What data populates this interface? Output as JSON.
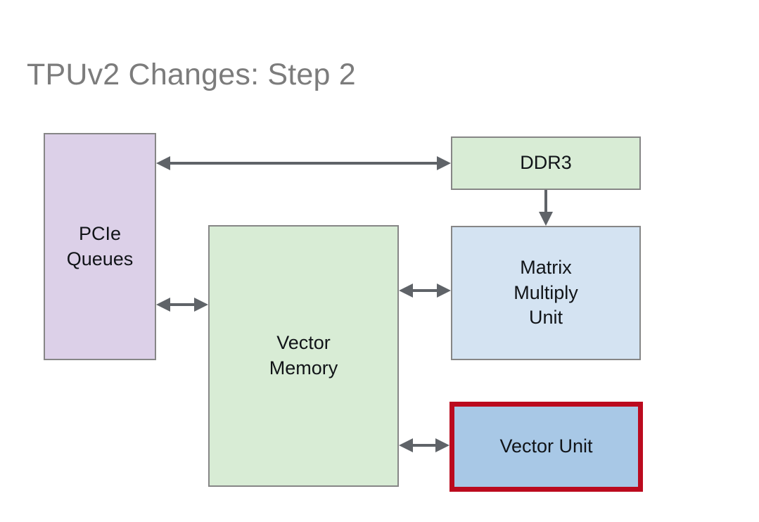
{
  "slide": {
    "title": "TPUv2 Changes: Step 2",
    "background_color": "#ffffff",
    "title_color": "#7c7c7c"
  },
  "diagram": {
    "nodes": [
      {
        "id": "pcie-queues",
        "label": "PCIe\nQueues",
        "line1": "PCIe",
        "line2": "Queues",
        "fill_color": "#dcd0e8",
        "border_color": "#868686",
        "highlighted": "false"
      },
      {
        "id": "vector-memory",
        "label": "Vector\nMemory",
        "line1": "Vector",
        "line2": "Memory",
        "fill_color": "#d8ecd5",
        "border_color": "#868686",
        "highlighted": "false"
      },
      {
        "id": "ddr3",
        "label": "DDR3",
        "line1": "DDR3",
        "fill_color": "#d8ecd5",
        "border_color": "#868686",
        "highlighted": "false"
      },
      {
        "id": "matrix-multiply-unit",
        "label": "Matrix\nMultiply\nUnit",
        "line1": "Matrix",
        "line2": "Multiply",
        "line3": "Unit",
        "fill_color": "#d4e3f2",
        "border_color": "#868686",
        "highlighted": "false"
      },
      {
        "id": "vector-unit",
        "label": "Vector Unit",
        "line1": "Vector Unit",
        "fill_color": "#a8c8e6",
        "border_color": "#bb0a1e",
        "highlighted": "true"
      }
    ],
    "connections": [
      {
        "id": "pcie-ddr3",
        "from": "pcie-queues",
        "to": "ddr3",
        "direction": "bidirectional",
        "color": "#5f6368"
      },
      {
        "id": "pcie-vector-memory",
        "from": "pcie-queues",
        "to": "vector-memory",
        "direction": "bidirectional",
        "color": "#5f6368"
      },
      {
        "id": "ddr3-matrix-multiply-unit",
        "from": "ddr3",
        "to": "matrix-multiply-unit",
        "direction": "down",
        "color": "#5f6368"
      },
      {
        "id": "vector-memory-matrix-multiply-unit",
        "from": "vector-memory",
        "to": "matrix-multiply-unit",
        "direction": "bidirectional",
        "color": "#5f6368"
      },
      {
        "id": "vector-memory-vector-unit",
        "from": "vector-memory",
        "to": "vector-unit",
        "direction": "bidirectional",
        "color": "#5f6368"
      }
    ]
  }
}
